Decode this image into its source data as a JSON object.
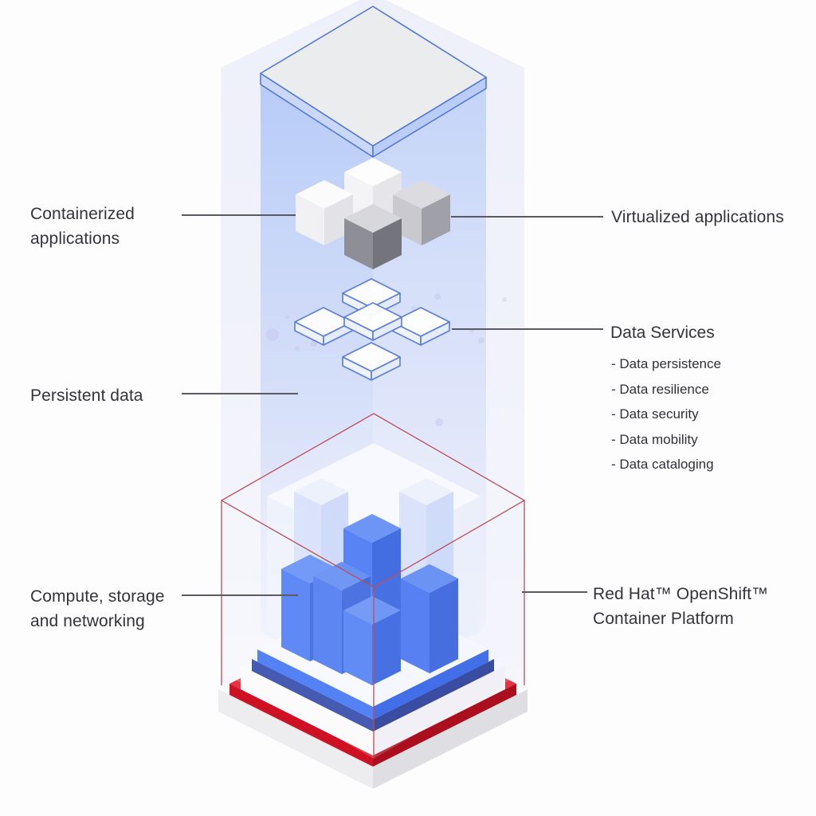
{
  "labels": {
    "containerized": {
      "line1": "Containerized",
      "line2": "applications"
    },
    "virtualized": {
      "text": "Virtualized applications"
    },
    "persistent": {
      "text": "Persistent data"
    },
    "compute": {
      "line1": "Compute, storage",
      "line2": "and networking"
    },
    "redhat": {
      "line1": "Red Hat™ OpenShift™",
      "line2": "Container Platform"
    },
    "data_services": {
      "title": "Data Services",
      "items": [
        "- Data persistence",
        "- Data resilience",
        "- Data security",
        "- Data mobility",
        "- Data cataloging"
      ]
    }
  },
  "colors": {
    "label_text": "#33343a",
    "connector": "#5a5a60",
    "plate_border": "#4f74d8",
    "tile_border": "#5b7cd9",
    "column_blue": "#b2c8f7",
    "background_prism": "#edeff9",
    "wireframe_red": "#bf4e59",
    "bar_blue": "#3a6ef3",
    "bar_blue_dark": "#2255dc",
    "bar_blue_top": "#5383f5",
    "ghost_bar": "#d3defa",
    "layer_blue": "#2a62f0",
    "layer_navy": "#17339f",
    "layer_red": "#ce1123",
    "cube_white": "#f4f4f6",
    "cube_gray": "#9fa0a8",
    "cube_dark_gray": "#74747c",
    "dot_purple": "#c6c8ec"
  }
}
